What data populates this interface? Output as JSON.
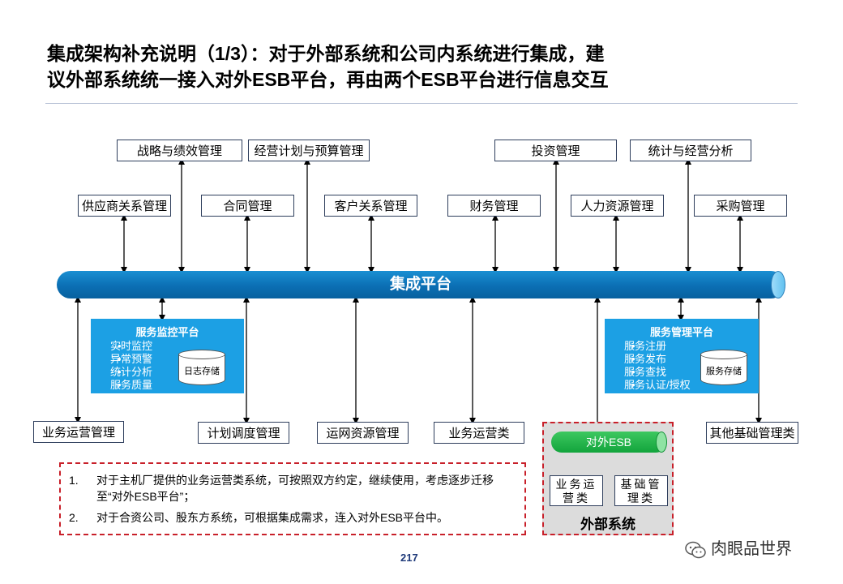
{
  "title": {
    "line1": "集成架构补充说明（1/3）：对于外部系统和公司内系统进行集成，建",
    "line2": "议外部系统统一接入对外ESB平台，再由两个ESB平台进行信息交互"
  },
  "top_row": [
    "战略与绩效管理",
    "经营计划与预算管理",
    "投资管理",
    "统计与经营分析"
  ],
  "mid_row": [
    "供应商关系管理",
    "合同管理",
    "客户关系管理",
    "财务管理",
    "人力资源管理",
    "采购管理"
  ],
  "bus_label": "集成平台",
  "monitor_panel": {
    "title": "服务监控平台",
    "items": [
      "实时监控",
      "异常预警",
      "统计分析",
      "服务质量"
    ],
    "store": "日志存储"
  },
  "manage_panel": {
    "title": "服务管理平台",
    "items": [
      "服务注册",
      "服务发布",
      "服务查找",
      "服务认证/授权"
    ],
    "store": "服务存储"
  },
  "bottom_row": [
    "业务运营管理",
    "计划调度管理",
    "运网资源管理",
    "业务运营类",
    "其他基础管理类"
  ],
  "external": {
    "esb": "对外ESB",
    "box1": "业务运营类",
    "box2": "基础管理类",
    "label": "外部系统"
  },
  "notes": [
    {
      "num": "1.",
      "text": "对于主机厂提供的业务运营类系统，可按照双方约定，继续使用，考虑逐步迁移至“对外ESB平台”；"
    },
    {
      "num": "2.",
      "text": "对于合资公司、股东方系统，可根据集成需求，连入对外ESB平台中。"
    }
  ],
  "page_number": "217",
  "watermark": "肉眼品世界",
  "colors": {
    "bus": "#0b6fb4",
    "panel": "#1ca0e4",
    "esb": "#12a43c",
    "dashed": "#c8202a",
    "external_bg": "#dcdcdc"
  }
}
